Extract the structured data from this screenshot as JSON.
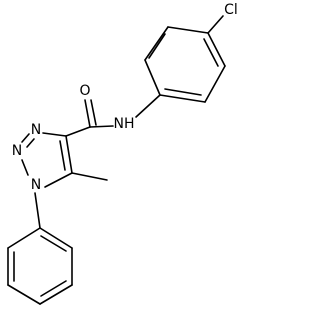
{
  "molecule": {
    "atom_labels": {
      "chlorine": "Cl",
      "amide_oxygen": "O",
      "amide_nitrogen": "NH",
      "triazole_n3": "N",
      "triazole_n2": "N",
      "triazole_n1": "N"
    },
    "colors": {
      "bond": "#000000",
      "text": "#000000",
      "background": "#ffffff"
    }
  }
}
